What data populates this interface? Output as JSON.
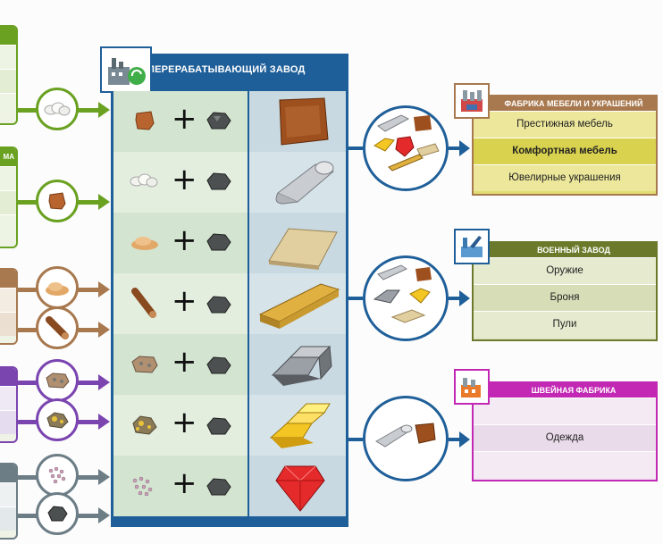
{
  "factory": {
    "title": "ПЕРЕРАБАТЫВАЮЩИЙ ЗАВОД",
    "color": "#1f5f99",
    "recipes": [
      {
        "input": "clay-icon",
        "catalyst": "coal-icon",
        "output": "brick-block-icon"
      },
      {
        "input": "cotton-icon",
        "catalyst": "coal-icon",
        "output": "fabric-roll-icon"
      },
      {
        "input": "sawdust-icon",
        "catalyst": "coal-icon",
        "output": "chipboard-icon"
      },
      {
        "input": "log-icon",
        "catalyst": "coal-icon",
        "output": "plank-icon"
      },
      {
        "input": "iron-ore-icon",
        "catalyst": "coal-icon",
        "output": "iron-ingot-icon"
      },
      {
        "input": "gold-ore-icon",
        "catalyst": "coal-icon",
        "output": "gold-ingot-icon"
      },
      {
        "input": "crystal-shards-icon",
        "catalyst": "coal-icon",
        "output": "ruby-icon"
      }
    ],
    "plus_sign": "+"
  },
  "left_panels": [
    {
      "color": "#6aa121",
      "header": ""
    },
    {
      "color": "#6aa121",
      "header": "МА"
    },
    {
      "color": "#a8794f",
      "header": ""
    },
    {
      "color": "#7b45b0",
      "header": ""
    },
    {
      "color": "#6c7d86",
      "header": ""
    }
  ],
  "destinations": [
    {
      "title": "ФАБРИКА МЕБЕЛИ И УКРАШЕНИЙ",
      "color": "#a8794f",
      "row_bg": "#e2dc72",
      "items": [
        "Престижная мебель",
        "Комфортная мебель",
        "Ювелирные украшения"
      ]
    },
    {
      "title": "ВОЕННЫЙ ЗАВОД",
      "color": "#6b7a2a",
      "row_bg": "#dfe4c6",
      "items": [
        "Оружие",
        "Броня",
        "Пули"
      ]
    },
    {
      "title": "ШВЕЙНАЯ ФАБРИКА",
      "color": "#c228b4",
      "row_bg": "#f1e4f1",
      "items": [
        "",
        "Одежда",
        ""
      ]
    }
  ]
}
